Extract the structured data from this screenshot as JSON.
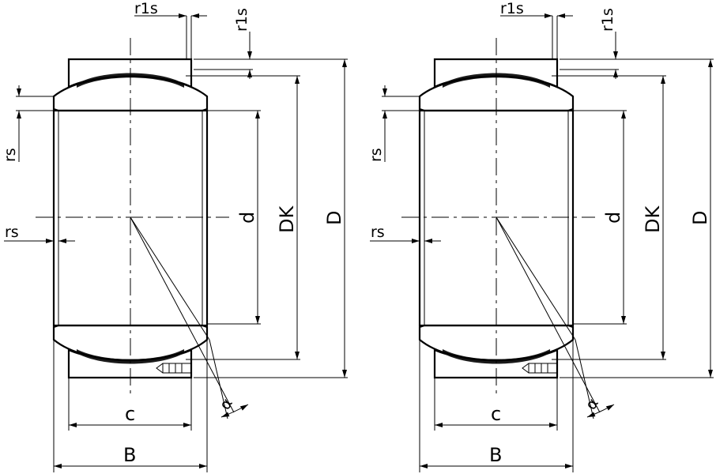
{
  "views": [
    {
      "id": "left",
      "labels": {
        "r1s_top": "r1s",
        "r1s_side": "r1s",
        "rs_upper": "rs",
        "rs_mid": "rs",
        "d": "d",
        "DK": "DK",
        "D": "D",
        "c": "c",
        "B": "B",
        "alpha": "α"
      }
    },
    {
      "id": "right",
      "labels": {
        "r1s_top": "r1s",
        "r1s_side": "r1s",
        "rs_upper": "rs",
        "rs_mid": "rs",
        "d": "d",
        "DK": "DK",
        "D": "D",
        "c": "c",
        "B": "B",
        "alpha": "α"
      }
    }
  ]
}
